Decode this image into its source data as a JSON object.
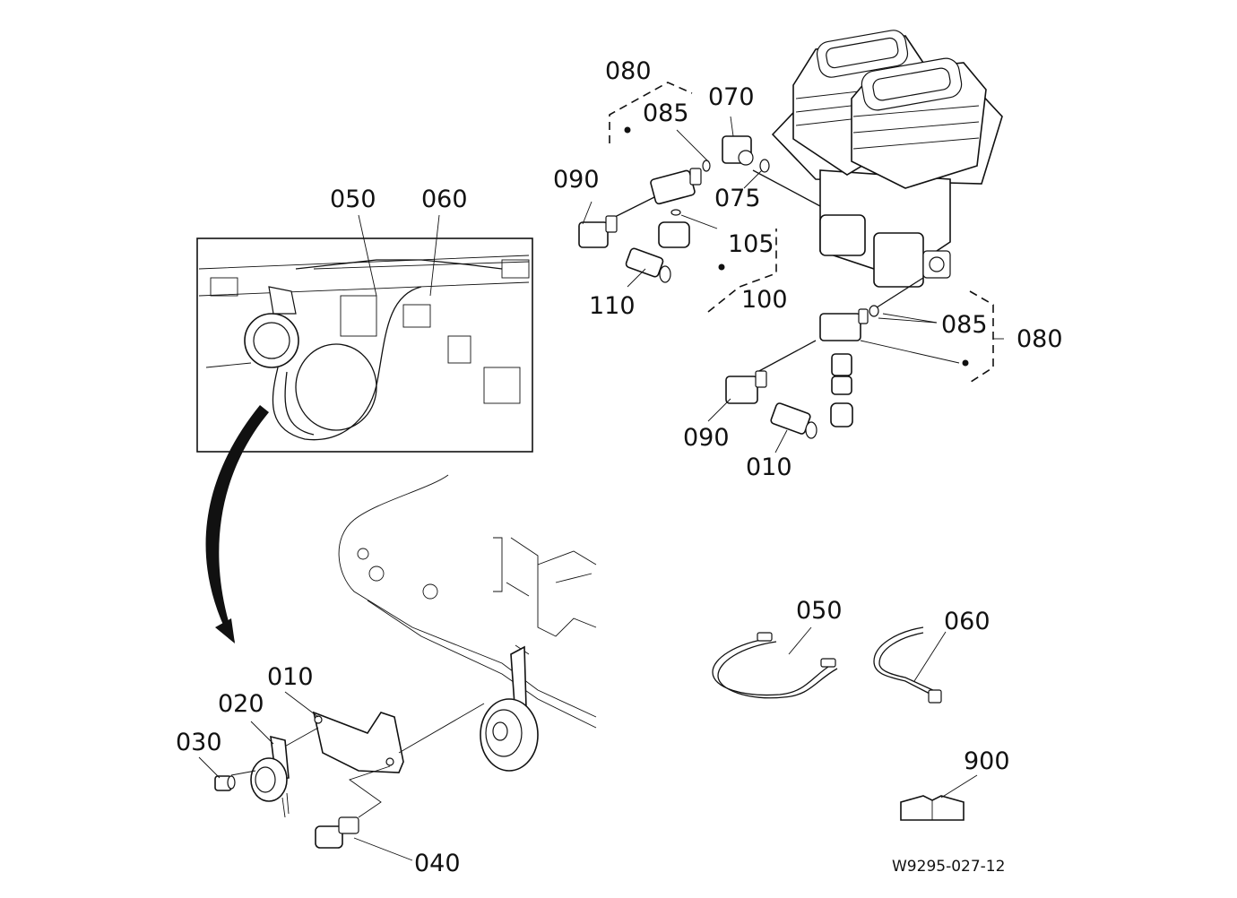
{
  "labels": {
    "p080_top": "080",
    "p085_top": "085",
    "p070": "070",
    "p090_top": "090",
    "p075": "075",
    "p105": "105",
    "p110": "110",
    "p100": "100",
    "p085_mid": "085",
    "p080_mid": "080",
    "p090_mid": "090",
    "p010_mid": "010",
    "p050_inset": "050",
    "p060_inset": "060",
    "p050": "050",
    "p060": "060",
    "p900": "900",
    "p010_bottom": "010",
    "p020": "020",
    "p030": "030",
    "p040": "040"
  },
  "drawing_code": "W9295-027-12"
}
